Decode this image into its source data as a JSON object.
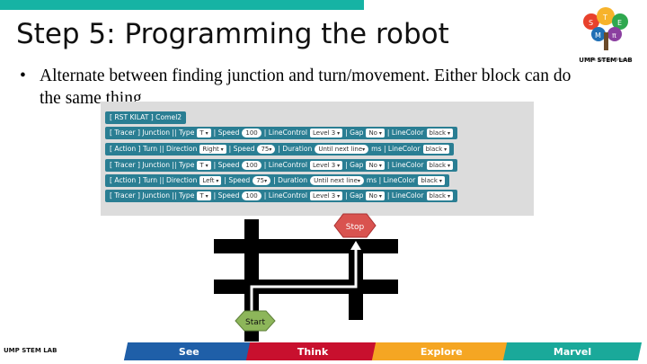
{
  "slide": {
    "title": "Step 5: Programming the robot",
    "bullet_char": "•",
    "bullet_text": "Alternate between finding junction and turn/movement. Either block can do the same thing"
  },
  "logo": {
    "name": "UMP STEM LAB",
    "tagline": "Think Explore Marvel"
  },
  "code": {
    "header": {
      "label": "[ RST KILAT ] Comel2"
    },
    "blocks": [
      {
        "kind": "Tracer",
        "text_a": "[ Tracer ] Junction || Type",
        "type": "T",
        "text_b": "| Speed",
        "speed": "100",
        "text_c": "| LineControl",
        "linecontrol": "Level 3",
        "text_d": "| Gap",
        "gap": "No",
        "text_e": "| LineColor",
        "linecolor": "black"
      },
      {
        "kind": "Action",
        "text_a": "[ Action ] Turn || Direction",
        "direction": "Right",
        "text_b": "| Speed",
        "speed": "75",
        "text_c": "| Duration",
        "duration": "Until next line",
        "text_d": "ms | LineColor",
        "linecolor": "black"
      },
      {
        "kind": "Tracer",
        "text_a": "[ Tracer ] Junction || Type",
        "type": "T",
        "text_b": "| Speed",
        "speed": "100",
        "text_c": "| LineControl",
        "linecontrol": "Level 3",
        "text_d": "| Gap",
        "gap": "No",
        "text_e": "| LineColor",
        "linecolor": "black"
      },
      {
        "kind": "Action",
        "text_a": "[ Action ] Turn || Direction",
        "direction": "Left",
        "text_b": "| Speed",
        "speed": "75",
        "text_c": "| Duration",
        "duration": "Until next line",
        "text_d": "ms | LineColor",
        "linecolor": "black"
      },
      {
        "kind": "Tracer",
        "text_a": "[ Tracer ] Junction || Type",
        "type": "T",
        "text_b": "| Speed",
        "speed": "100",
        "text_c": "| LineControl",
        "linecontrol": "Level 3",
        "text_d": "| Gap",
        "gap": "No",
        "text_e": "| LineColor",
        "linecolor": "black"
      }
    ]
  },
  "maze": {
    "start_label": "Start",
    "stop_label": "Stop",
    "start_color": "#8db65a",
    "stop_color": "#d9534f"
  },
  "footer": {
    "lab": "UMP STEM LAB",
    "bands": [
      {
        "label": "See",
        "color": "#1f5fa8"
      },
      {
        "label": "Think",
        "color": "#c8102e"
      },
      {
        "label": "Explore",
        "color": "#f5a623"
      },
      {
        "label": "Marvel",
        "color": "#1aa99a"
      }
    ]
  },
  "colors": {
    "accent": "#16b3a4",
    "block": "#2a7e93"
  }
}
